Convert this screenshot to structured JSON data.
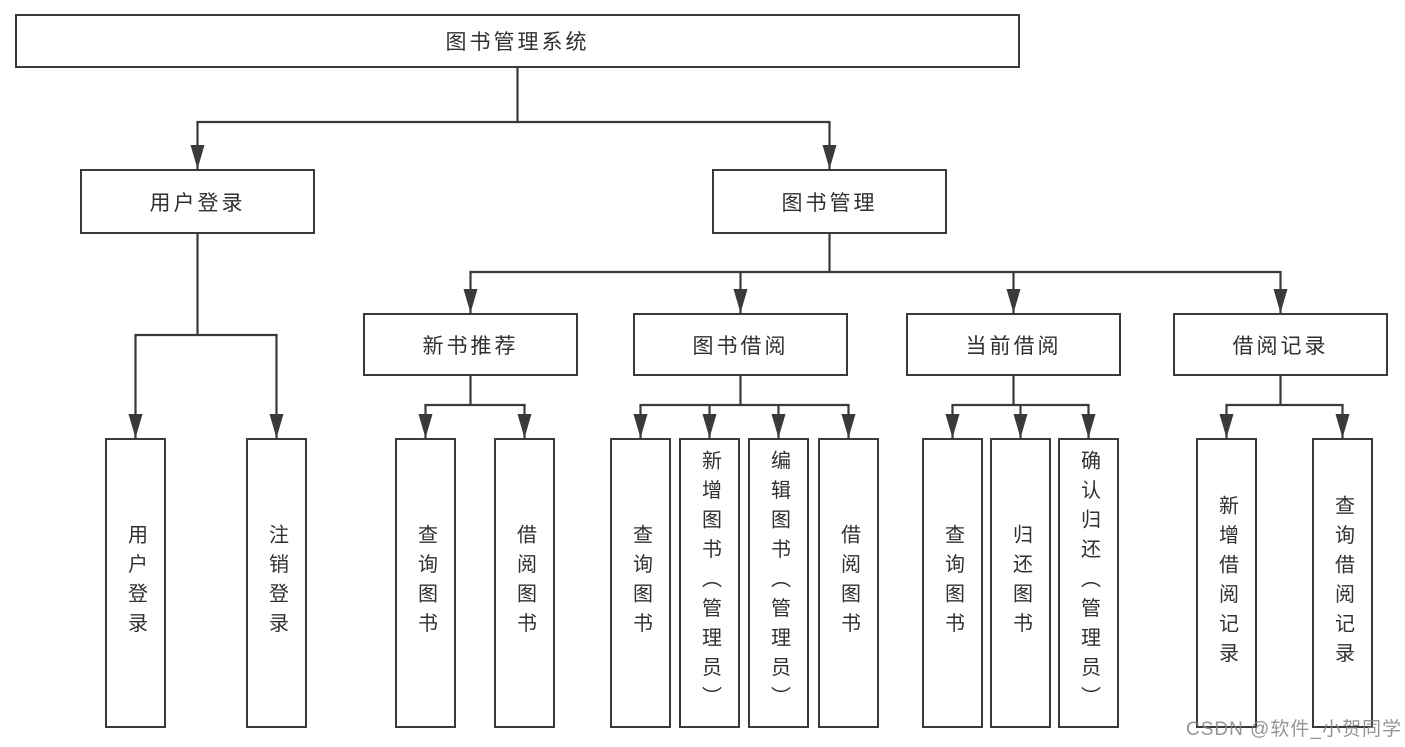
{
  "watermark": "CSDN @软件_小贺同学",
  "colors": {
    "line": "#3a3a3a",
    "text": "#303030",
    "box_background": "#ffffff",
    "watermark": "#828282"
  },
  "tree": {
    "label": "图书管理系统",
    "children": [
      {
        "label": "用户登录",
        "children": [
          {
            "label": "用户登录"
          },
          {
            "label": "注销登录"
          }
        ]
      },
      {
        "label": "图书管理",
        "children": [
          {
            "label": "新书推荐",
            "children": [
              {
                "label": "查询图书"
              },
              {
                "label": "借阅图书"
              }
            ]
          },
          {
            "label": "图书借阅",
            "children": [
              {
                "label": "查询图书"
              },
              {
                "label": "新增图书（管理员）"
              },
              {
                "label": "编辑图书（管理员）"
              },
              {
                "label": "借阅图书"
              }
            ]
          },
          {
            "label": "当前借阅",
            "children": [
              {
                "label": "查询图书"
              },
              {
                "label": "归还图书"
              },
              {
                "label": "确认归还（管理员）"
              }
            ]
          },
          {
            "label": "借阅记录",
            "children": [
              {
                "label": "新增借阅记录"
              },
              {
                "label": "查询借阅记录"
              }
            ]
          }
        ]
      }
    ]
  }
}
